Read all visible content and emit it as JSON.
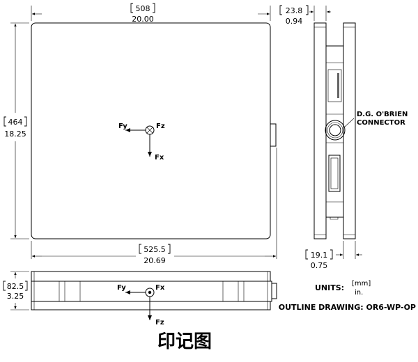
{
  "top_view": {
    "width_mm": "508",
    "width_in": "20.00",
    "depth_mm": "464",
    "depth_in": "18.25",
    "overall_mm": "525.5",
    "overall_in": "20.69",
    "axes": {
      "fy": "Fy",
      "fz": "Fz",
      "fx": "Fx"
    }
  },
  "side_view": {
    "rail_mm": "23.8",
    "rail_in": "0.94",
    "base_mm": "19.1",
    "base_in": "0.75",
    "connector_line1": "D.G. O'BRIEN",
    "connector_line2": "CONNECTOR"
  },
  "front_view": {
    "height_mm": "82.5",
    "height_in": "3.25",
    "axes": {
      "fy": "Fy",
      "fx": "Fx",
      "fz": "Fz"
    }
  },
  "units": {
    "label": "UNITS:",
    "mm": "[mm]",
    "in": "in."
  },
  "outline": "OUTLINE DRAWING: OR6-WP-OP",
  "caption": "印记图"
}
